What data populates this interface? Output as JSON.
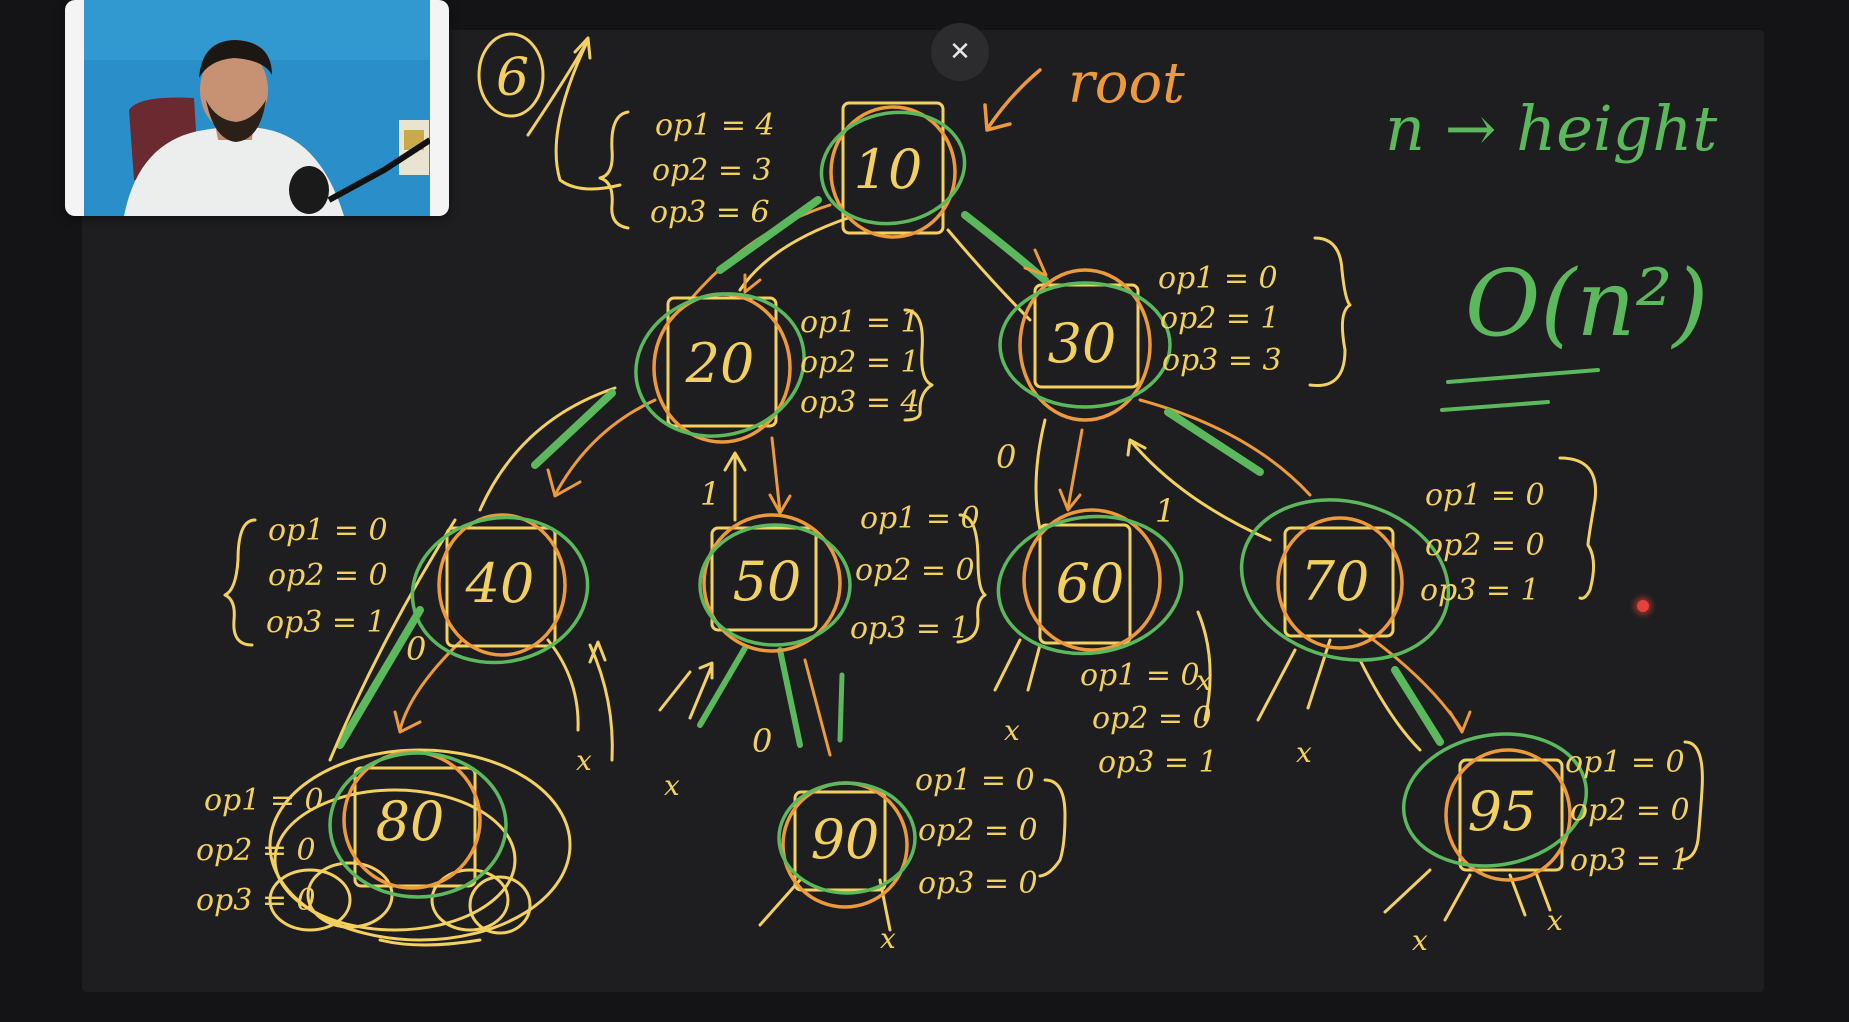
{
  "close_button": {
    "glyph": "✕",
    "icon": "close-icon"
  },
  "colors": {
    "ink_yellow": "#f3d160",
    "ink_orange": "#ec9a3c",
    "ink_green": "#5cb85c",
    "board": "#1e1e20",
    "background": "#141416",
    "laser": "#e8413a"
  },
  "whiteboard": {
    "problem_number": "6",
    "root_label": "root",
    "complexity_note": "n → height",
    "complexity": "O(n²)",
    "tree": {
      "nodes": [
        {
          "id": "n10",
          "value": "10",
          "ops": [
            "op1 = 4",
            "op2 = 3",
            "op3 = 6"
          ]
        },
        {
          "id": "n20",
          "value": "20",
          "ops": [
            "op1 = 1",
            "op2 = 1",
            "op3 = 4"
          ]
        },
        {
          "id": "n30",
          "value": "30",
          "ops": [
            "op1 = 0",
            "op2 = 1",
            "op3 = 3"
          ]
        },
        {
          "id": "n40",
          "value": "40",
          "ops": [
            "op1 = 0",
            "op2 = 0",
            "op3 = 1"
          ]
        },
        {
          "id": "n50",
          "value": "50",
          "ops": [
            "op1 = 0",
            "op2 = 0",
            "op3 = 1"
          ]
        },
        {
          "id": "n60",
          "value": "60",
          "ops": [
            "op1 = 0",
            "op2 = 0",
            "op3 = 1"
          ]
        },
        {
          "id": "n70",
          "value": "70",
          "ops": [
            "op1 = 0",
            "op2 = 0",
            "op3 = 1"
          ]
        },
        {
          "id": "n80",
          "value": "80",
          "ops": [
            "op1 = 0",
            "op2 = 0",
            "op3 = 0"
          ]
        },
        {
          "id": "n90",
          "value": "90",
          "ops": [
            "op1 = 0",
            "op2 = 0",
            "op3 = 0"
          ]
        },
        {
          "id": "n95",
          "value": "95",
          "ops": [
            "op1 = 0",
            "op2 = 0",
            "op3 = 1"
          ]
        }
      ],
      "edge_labels": {
        "e20_50": "1",
        "e30_60_a": "0",
        "e30_60_b": "1",
        "e50_90": "0",
        "e40_80": "0"
      }
    },
    "null_marker": "x"
  }
}
